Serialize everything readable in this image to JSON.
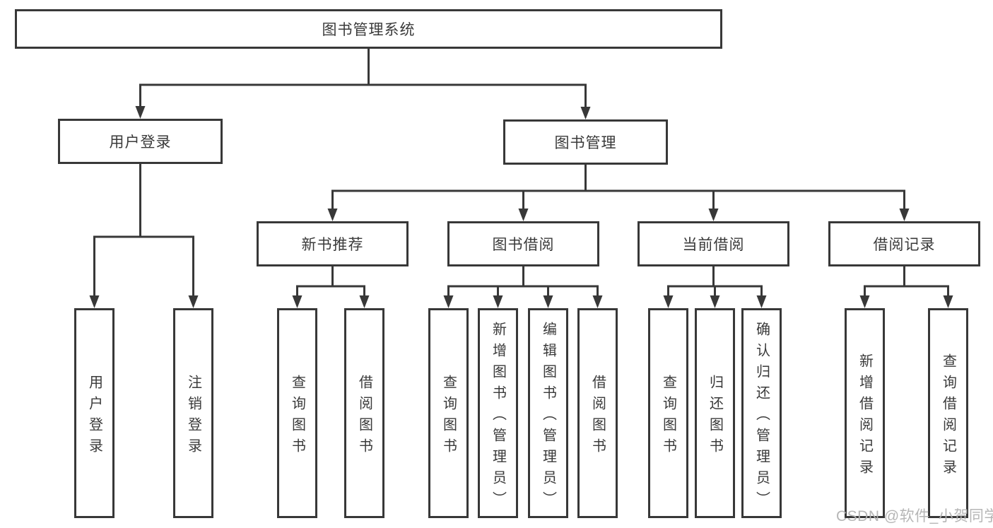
{
  "watermark": "CSDN @软件_小贺同学",
  "colors": {
    "line": "#383838",
    "text": "#3a3a3a",
    "box_background": "#ffffff",
    "watermark": "#b2b2b2",
    "page_background": "#ffffff"
  },
  "tree": {
    "root": {
      "label": "图书管理系统"
    },
    "branches": [
      {
        "label": "用户登录",
        "children": [
          {
            "label": "用户登录"
          },
          {
            "label": "注销登录"
          }
        ]
      },
      {
        "label": "图书管理",
        "children": [
          {
            "label": "新书推荐",
            "children": [
              {
                "label": "查询图书"
              },
              {
                "label": "借阅图书"
              }
            ]
          },
          {
            "label": "图书借阅",
            "children": [
              {
                "label": "查询图书"
              },
              {
                "label": "新增图书（管理员）"
              },
              {
                "label": "编辑图书（管理员）"
              },
              {
                "label": "借阅图书"
              }
            ]
          },
          {
            "label": "当前借阅",
            "children": [
              {
                "label": "查询图书"
              },
              {
                "label": "归还图书"
              },
              {
                "label": "确认归还（管理员）"
              }
            ]
          },
          {
            "label": "借阅记录",
            "children": [
              {
                "label": "新增借阅记录"
              },
              {
                "label": "查询借阅记录"
              }
            ]
          }
        ]
      }
    ]
  }
}
